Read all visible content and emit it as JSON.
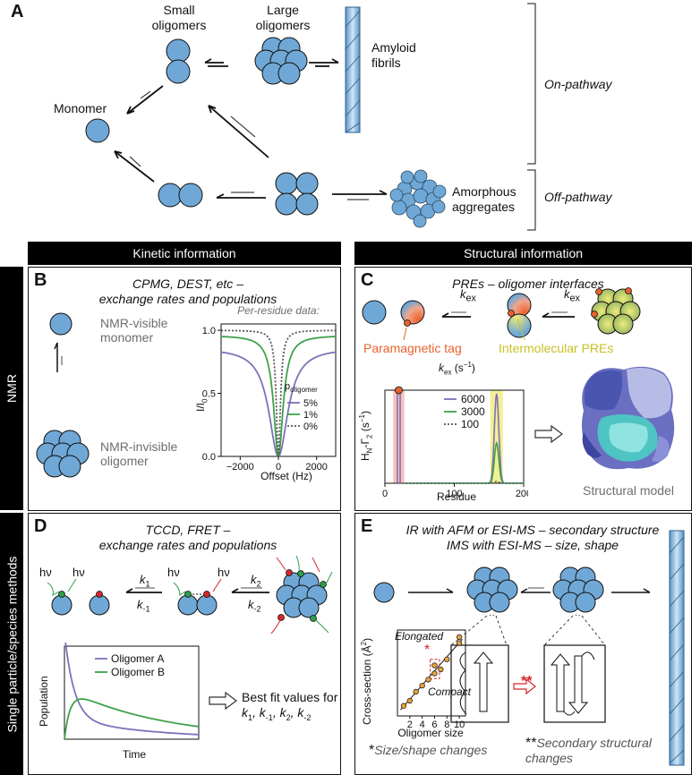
{
  "panelA": {
    "letter": "A",
    "small_oligomers": "Small\noligomers",
    "large_oligomers": "Large\noligomers",
    "amyloid_fibrils": "Amyloid\nfibrils",
    "monomer": "Monomer",
    "amorphous": "Amorphous\naggregates",
    "on_pathway": "On-pathway",
    "off_pathway": "Off-pathway"
  },
  "headers": {
    "kinetic": "Kinetic information",
    "structural": "Structural information",
    "nmr": "NMR",
    "single": "Single particle/species methods"
  },
  "panelB": {
    "letter": "B",
    "title_line1": "CPMG, DEST, etc –",
    "title_line2": "exchange rates and populations",
    "visible": "NMR-visible\nmonomer",
    "invisible": "NMR-invisible\noligomer",
    "chart_title": "Per-residue data:",
    "ylabel": "I/I",
    "ylabel_sub": "0",
    "xlabel": "Offset (Hz)",
    "legend_title": "p",
    "legend_title_sub": "oligomer",
    "x_ticks": [
      "−2000",
      "0",
      "2000"
    ],
    "y_ticks": [
      "1.0",
      "0.5",
      "0.0"
    ]
  },
  "panelC": {
    "letter": "C",
    "title": "PREs – oligomer interfaces",
    "kex1": "k",
    "kex1_sub": "ex",
    "kex2": "k",
    "kex2_sub": "ex",
    "para_tag": "Paramagnetic tag",
    "inter_pres": "Intermolecular PREs",
    "ylabel": "H",
    "ylabel_sub": "N",
    "ylabel_rest": "-Γ",
    "ylabel_sub2": "2",
    "ylabel_unit": " (s",
    "ylabel_unit_sup": "−1",
    "ylabel_end": ")",
    "xlabel": "Residue",
    "x_ticks": [
      "0",
      "100",
      "200"
    ],
    "legend_title": "k",
    "legend_title_sub": "ex",
    "legend_title_unit": " (s",
    "legend_title_sup": "−1",
    "legend_title_end": ")",
    "structural_model": "Structural model"
  },
  "panelD": {
    "letter": "D",
    "title_line1": "TCCD, FRET –",
    "title_line2": "exchange rates and populations",
    "hv": "hν",
    "k1": "k",
    "k1_sub": "1",
    "km1": "k",
    "km1_sub": "-1",
    "k2": "k",
    "k2_sub": "2",
    "km2": "k",
    "km2_sub": "-2",
    "ylabel": "Population",
    "xlabel": "Time",
    "best_fit_line1": "Best fit values for",
    "best_fit_line2_parts": [
      "k",
      "1",
      ", k",
      "-1",
      ", k",
      "2",
      ", k",
      "-2"
    ]
  },
  "panelE": {
    "letter": "E",
    "title_line1": "IR with AFM or ESI-MS – secondary structure",
    "title_line2": "IMS with ESI-MS – size, shape",
    "ylabel": "Cross-section (Å",
    "ylabel_sup": "2",
    "ylabel_end": ")",
    "xlabel": "Oligomer size",
    "x_ticks": [
      "2",
      "4",
      "6",
      "8",
      "10"
    ],
    "elongated": "Elongated",
    "compact": "Compact",
    "star1": "*",
    "star2": "**",
    "size_shape": "Size/shape changes",
    "secondary": "Secondary structural\nchanges"
  },
  "chart_data": [
    {
      "type": "line",
      "title": "Per-residue data:",
      "xlabel": "Offset (Hz)",
      "ylabel": "I/I0",
      "xlim": [
        -3000,
        3000
      ],
      "ylim": [
        0,
        1.05
      ],
      "legend_title": "p oligomer",
      "series": [
        {
          "name": "5%",
          "color": "#7b72b8",
          "style": "solid",
          "x": [
            -3000,
            -2500,
            -2000,
            -1500,
            -1000,
            -500,
            -250,
            0,
            250,
            500,
            1000,
            1500,
            2000,
            2500,
            3000
          ],
          "y": [
            0.86,
            0.83,
            0.78,
            0.7,
            0.56,
            0.32,
            0.17,
            0.0,
            0.17,
            0.32,
            0.56,
            0.7,
            0.78,
            0.83,
            0.86
          ]
        },
        {
          "name": "1%",
          "color": "#3fa24a",
          "style": "solid",
          "x": [
            -3000,
            -2500,
            -2000,
            -1500,
            -1000,
            -500,
            -250,
            0,
            250,
            500,
            1000,
            1500,
            2000,
            2500,
            3000
          ],
          "y": [
            0.96,
            0.95,
            0.93,
            0.9,
            0.84,
            0.6,
            0.35,
            0.0,
            0.35,
            0.6,
            0.84,
            0.9,
            0.93,
            0.95,
            0.96
          ]
        },
        {
          "name": "0%",
          "color": "#555555",
          "style": "dotted",
          "x": [
            -3000,
            -2500,
            -2000,
            -1500,
            -1000,
            -500,
            -250,
            0,
            250,
            500,
            1000,
            1500,
            2000,
            2500,
            3000
          ],
          "y": [
            1.0,
            1.0,
            0.99,
            0.98,
            0.95,
            0.82,
            0.55,
            0.0,
            0.55,
            0.82,
            0.95,
            0.98,
            0.99,
            1.0,
            1.0
          ]
        }
      ]
    },
    {
      "type": "line",
      "xlabel": "Residue",
      "ylabel": "HN-Γ2 (s−1)",
      "xlim": [
        0,
        200
      ],
      "legend_title": "kex (s−1)",
      "series": [
        {
          "name": "6000",
          "color": "#7b72b8",
          "style": "solid"
        },
        {
          "name": "3000",
          "color": "#3fa24a",
          "style": "solid"
        },
        {
          "name": "100",
          "color": "#555555",
          "style": "dotted"
        }
      ]
    },
    {
      "type": "line",
      "xlabel": "Time",
      "ylabel": "Population",
      "series": [
        {
          "name": "Oligomer A",
          "color": "#7b72b8"
        },
        {
          "name": "Oligomer B",
          "color": "#3fa24a"
        }
      ]
    },
    {
      "type": "scatter",
      "xlabel": "Oligomer size",
      "ylabel": "Cross-section (Å2)",
      "xlim": [
        0,
        11
      ],
      "x_ticks": [
        2,
        4,
        6,
        8,
        10
      ],
      "x": [
        1,
        2,
        3,
        4,
        5,
        6,
        6,
        7,
        8,
        10,
        10
      ],
      "y": [
        1.0,
        1.5,
        2.4,
        3.0,
        3.6,
        4.2,
        5.0,
        4.6,
        5.6,
        7.2,
        7.8
      ]
    }
  ],
  "colors": {
    "sphere": "#6fa8d6",
    "purple": "#7b72b8",
    "green": "#3fa24a",
    "orange": "#e8622c",
    "yellow": "#f1ea7a",
    "red": "#d6262b"
  }
}
